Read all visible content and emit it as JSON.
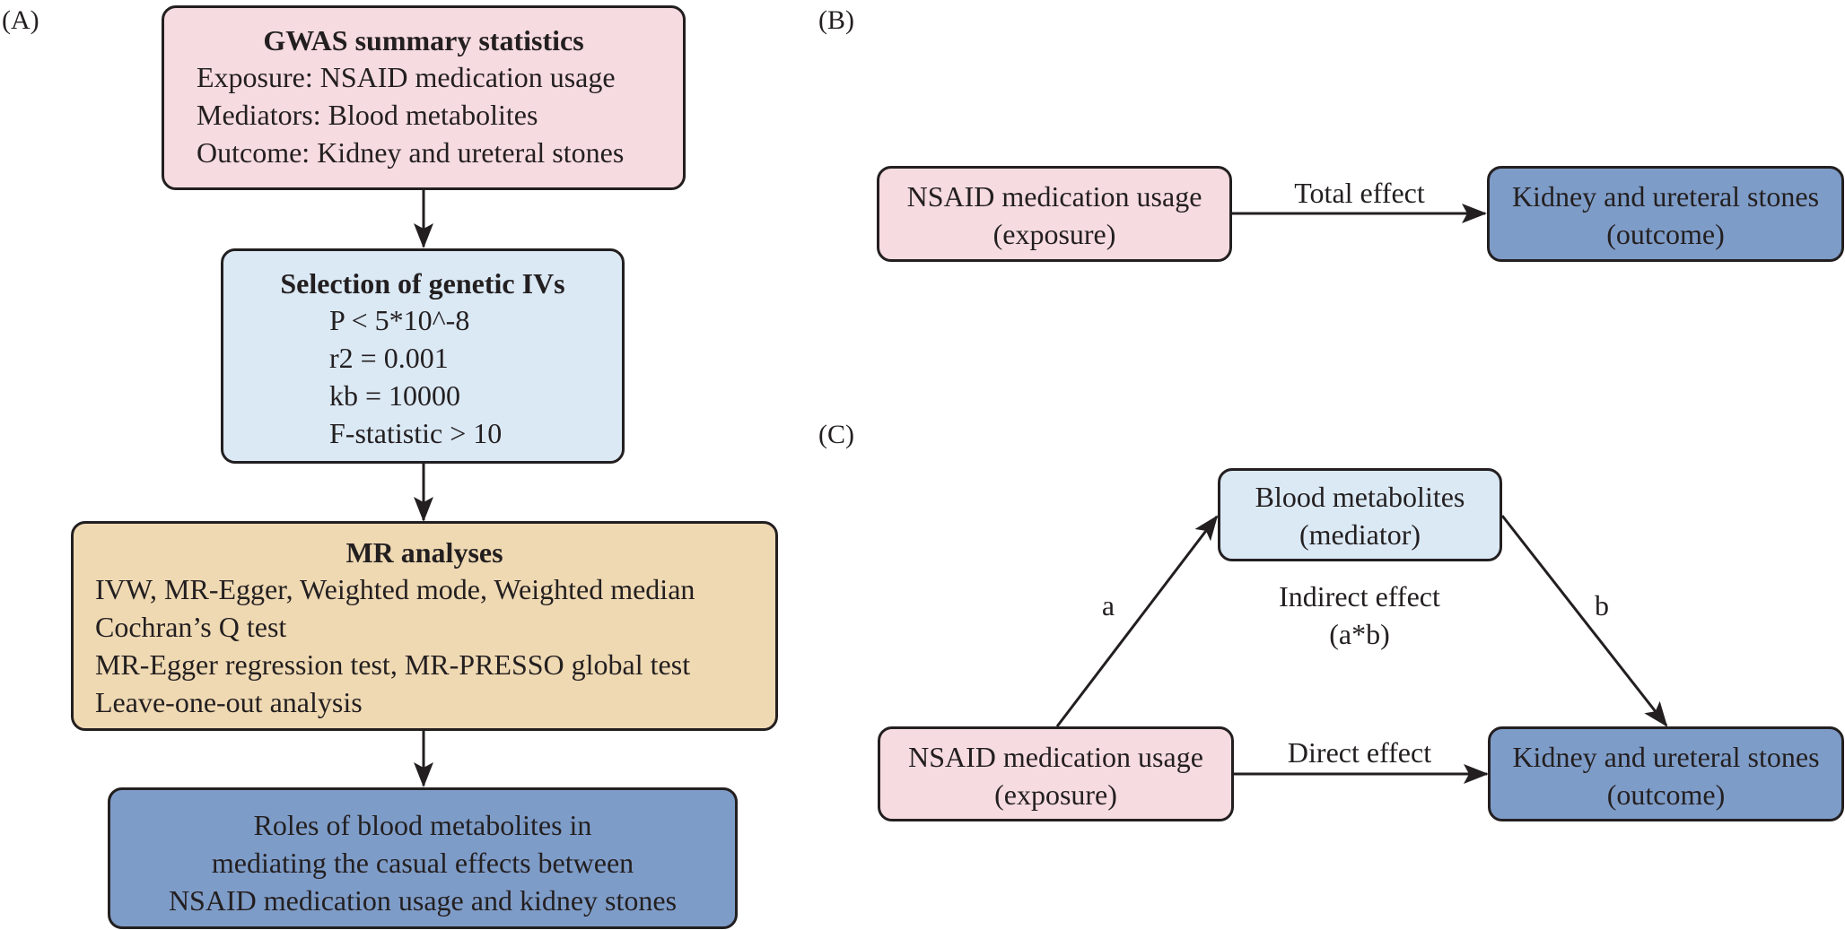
{
  "panel_a": {
    "label": "(A)",
    "gwas": {
      "title": "GWAS summary statistics",
      "lines": [
        "Exposure: NSAID medication usage",
        "Mediators: Blood metabolites",
        "Outcome: Kidney and ureteral stones"
      ]
    },
    "selection": {
      "title": "Selection of genetic IVs",
      "lines": [
        "P < 5*10^-8",
        "r2 = 0.001",
        "kb = 10000",
        "F-statistic > 10"
      ]
    },
    "mr": {
      "title": "MR analyses",
      "lines": [
        "IVW, MR-Egger, Weighted mode, Weighted median",
        "Cochran’s Q test",
        "MR-Egger regression test, MR-PRESSO global test",
        "Leave-one-out analysis"
      ]
    },
    "roles": {
      "lines": [
        "Roles of blood metabolites in",
        "mediating the casual effects between",
        "NSAID medication usage and kidney stones"
      ]
    }
  },
  "panel_b": {
    "label": "(B)",
    "exposure": [
      "NSAID medication usage",
      "(exposure)"
    ],
    "outcome": [
      "Kidney and ureteral stones",
      "(outcome)"
    ],
    "arrow_label": "Total effect"
  },
  "panel_c": {
    "label": "(C)",
    "mediator": [
      "Blood metabolites",
      "(mediator)"
    ],
    "exposure": [
      "NSAID medication usage",
      "(exposure)"
    ],
    "outcome": [
      "Kidney and ureteral stones",
      "(outcome)"
    ],
    "a_label": "a",
    "b_label": "b",
    "indirect": [
      "Indirect effect",
      "(a*b)"
    ],
    "direct_label": "Direct effect"
  },
  "colors": {
    "exposure_fill": "#f6dbe0",
    "selection_fill": "#dbe9f5",
    "mr_fill": "#efd9b3",
    "outcome_fill": "#7e9cc8",
    "stroke": "#231f20"
  }
}
